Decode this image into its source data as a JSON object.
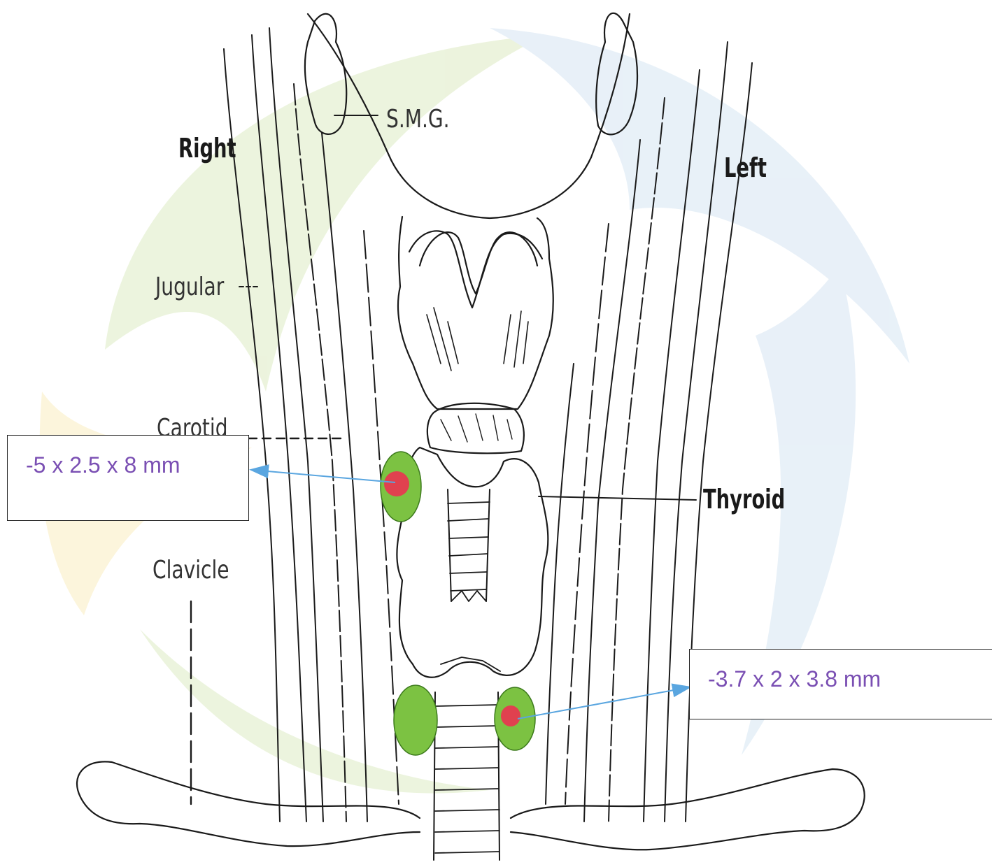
{
  "labels": {
    "smg": "S.M.G.",
    "right": "Right",
    "left": "Left",
    "jugular": "Jugular",
    "carotid": "Carotid",
    "thyroid": "Thyroid",
    "clavicle": "Clavicle"
  },
  "callouts": [
    {
      "text": "-5 x 2.5 x 8 mm"
    },
    {
      "text": "-3.7 x 2 x 3.8 mm"
    }
  ],
  "colors": {
    "lesion_outer": "#7cc242",
    "lesion_inner": "#e0414f",
    "arrow": "#5aa6e0",
    "callout_text": "#7a4fb3",
    "line": "#1a1a1a",
    "watermark": [
      "#e9f2d8",
      "#e4eef7",
      "#fbf3d6"
    ]
  }
}
